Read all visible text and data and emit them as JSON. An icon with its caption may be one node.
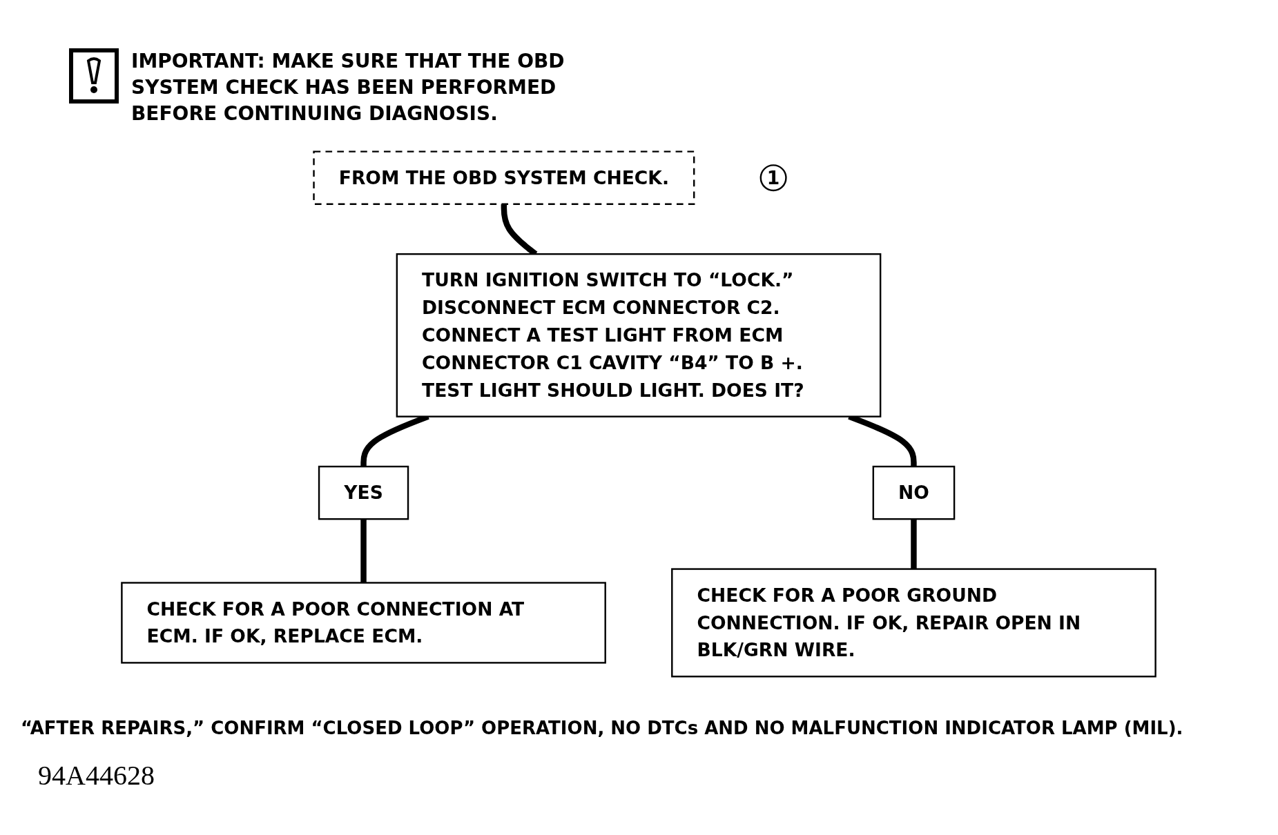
{
  "diagram": {
    "nodes": [
      {
        "text": [
          "FROM THE OBD SYSTEM CHECK."
        ]
      },
      {
        "text": [
          "TURN IGNITION SWITCH TO “LOCK.”",
          "DISCONNECT ECM CONNECTOR C2.",
          "CONNECT A TEST LIGHT FROM ECM CONNECTOR C1 CAVITY “B4” TO B +. TEST LIGHT SHOULD LIGHT. DOES IT?"
        ],
        "beside": [
          "1"
        ]
      },
      {
        "text": [
          "YES"
        ]
      },
      {
        "text": [
          "NO"
        ]
      },
      {
        "text": [
          "CHECK FOR A POOR CONNECTION AT ECM. IF OK, REPLACE ECM."
        ]
      },
      {
        "text": [
          "CHECK FOR A POOR GROUND CONNECTION. IF OK, REPAIR OPEN IN BLK/GRN WIRE."
        ]
      }
    ],
    "edges": [
      {
        "from": 0,
        "to": 1,
        "arrow": "none"
      },
      {
        "from": 1,
        "to": 2,
        "arrow": "none"
      },
      {
        "from": 1,
        "to": 3,
        "arrow": "none"
      },
      {
        "from": 2,
        "to": 4,
        "arrow": "none"
      },
      {
        "from": 3,
        "to": 5,
        "arrow": "none"
      }
    ],
    "labels": [
      "IMPORTANT: MAKE SURE THAT THE OBD SYSTEM CHECK HAS BEEN PERFORMED BEFORE CONTINUING DIAGNOSIS.",
      "“AFTER REPAIRS,” CONFIRM “CLOSED LOOP” OPERATION, NO DTCs AND NO MALFUNCTION INDICATOR LAMP (MIL).",
      "94A44628"
    ]
  }
}
